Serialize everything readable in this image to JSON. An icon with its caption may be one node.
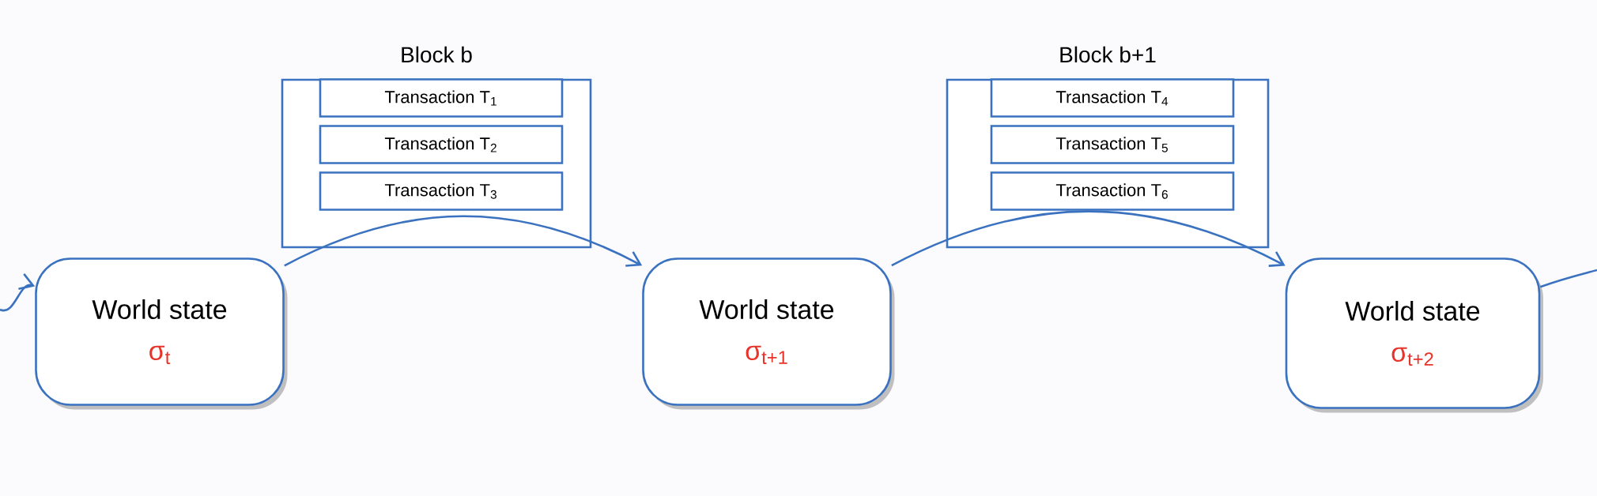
{
  "diagram": {
    "nodes": [
      {
        "text": [
          "Block b"
        ]
      },
      {
        "text": [
          "Transaction  T$_{1}$"
        ],
        "in": 0
      },
      {
        "text": [
          "Transaction  T$_{2}$"
        ],
        "in": 0
      },
      {
        "text": [
          "Transaction  T$_{3}$"
        ],
        "in": 0
      },
      {
        "text": [
          "Block b+1"
        ]
      },
      {
        "text": [
          "Transaction  T$_{4}$"
        ],
        "in": 4
      },
      {
        "text": [
          "Transaction  T$_{5}$"
        ],
        "in": 4
      },
      {
        "text": [
          "Transaction  T$_{6}$"
        ],
        "in": 4
      },
      {
        "text": [
          "World state",
          "σ$_{t}$"
        ]
      },
      {
        "text": [
          "World state",
          "σ$_{t+1}$"
        ]
      },
      {
        "text": [
          "World state",
          "σ$_{t+2}$"
        ]
      }
    ],
    "edges": [
      {
        "from": null,
        "to": 8,
        "arrow": "to"
      },
      {
        "from": 8,
        "to": 9,
        "arrow": "to"
      },
      {
        "from": 9,
        "to": 10,
        "arrow": "to"
      },
      {
        "from": 10,
        "to": null,
        "arrow": "none"
      }
    ]
  }
}
